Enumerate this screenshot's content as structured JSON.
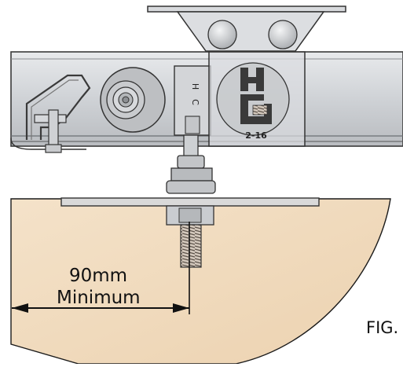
{
  "diagram": {
    "dimension_value": "90mm",
    "dimension_note": "Minimum",
    "figure_label": "FIG.",
    "part_marking": "2-16",
    "colors": {
      "rail": "#cfd2d6",
      "rail_edge": "#3a3a3a",
      "wood": "#f1dcc0",
      "wood_edge": "#1a1a1a",
      "plate": "#d9d9d9",
      "wheel": "#bdbfc2",
      "text": "#111111"
    }
  }
}
